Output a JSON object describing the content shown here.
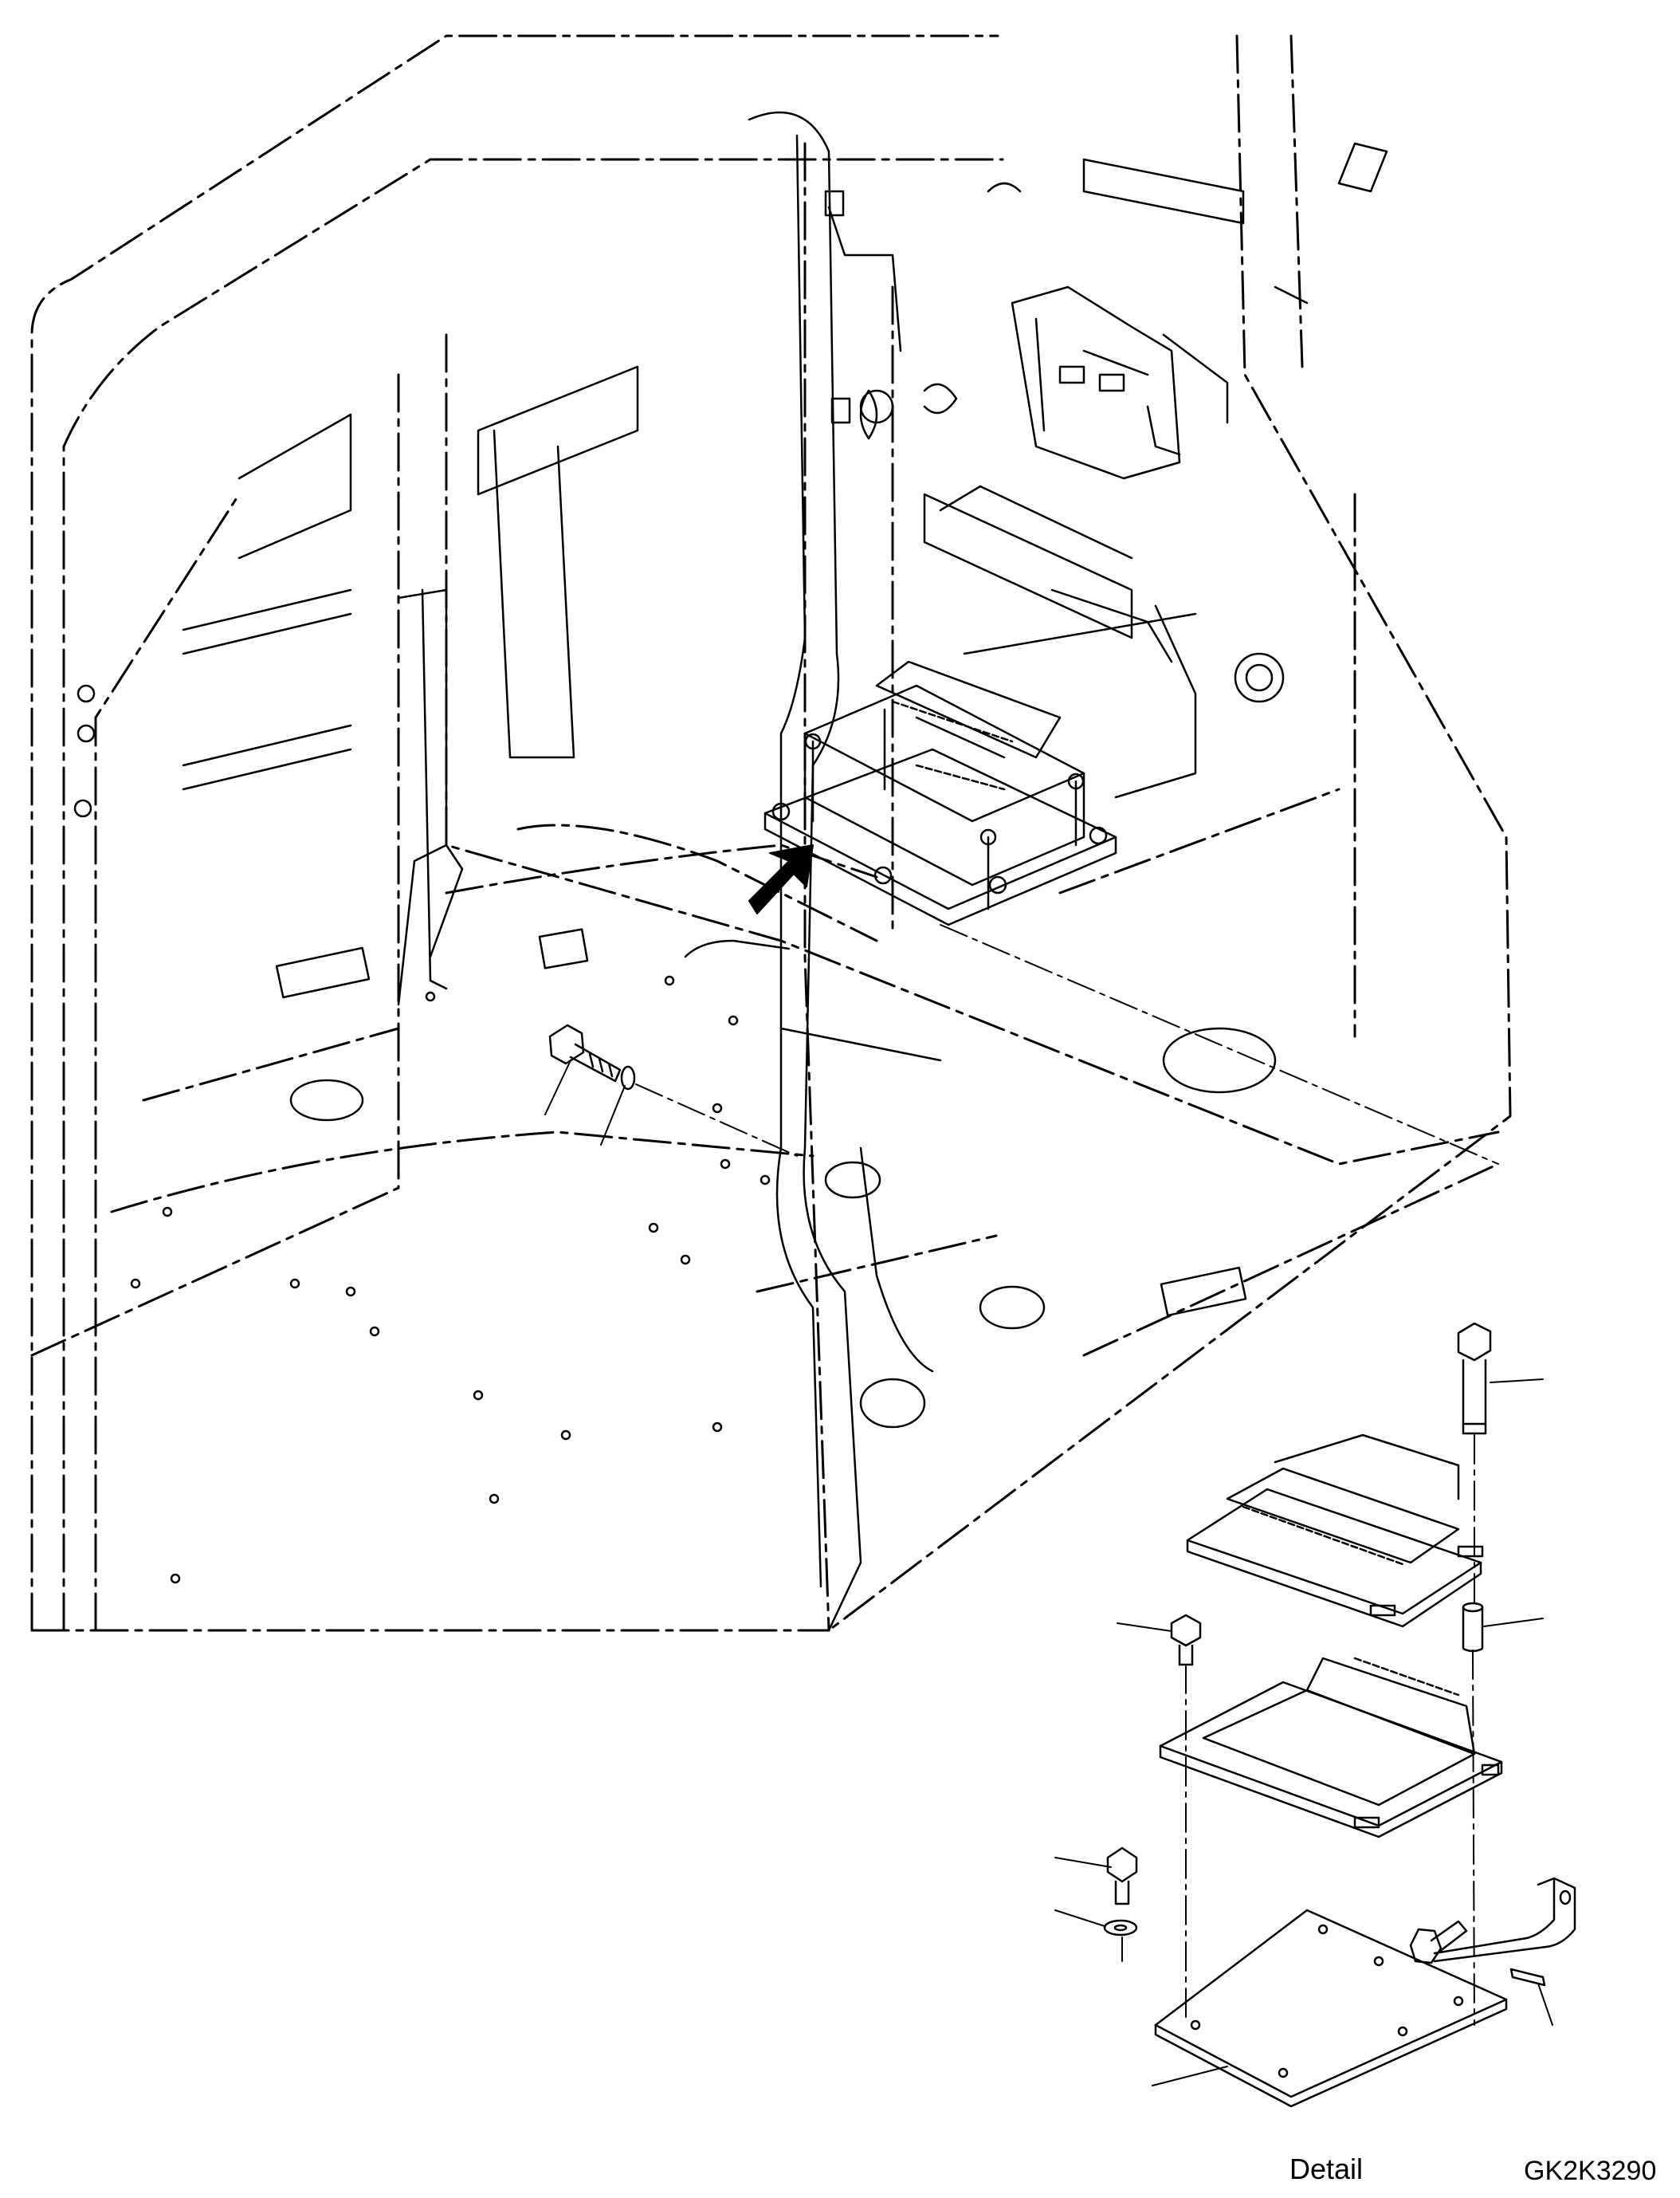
{
  "detail_label": "Detail",
  "figure_code": "GK2K3290",
  "colors": {
    "line": "#000000",
    "background": "#ffffff",
    "fill_dark": "#000000"
  },
  "icons": {
    "locator_arrow": "bold-arrow-up-right",
    "fastener_bolt": "hex-flange-bolt",
    "fastener_washer": "flat-washer"
  }
}
